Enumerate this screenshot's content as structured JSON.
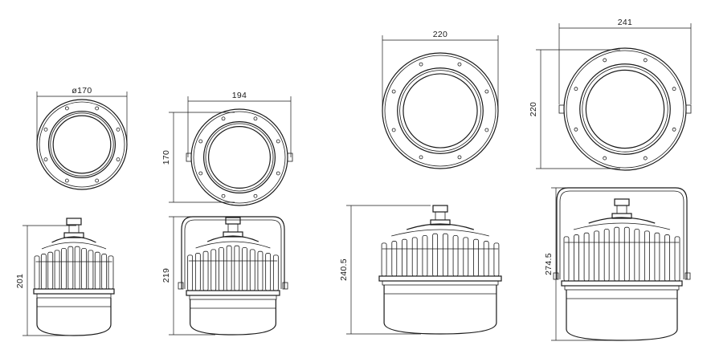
{
  "colors": {
    "line": "#1a1a1a",
    "background": "#ffffff"
  },
  "drawings": [
    {
      "id": "lamp-1",
      "top_view": {
        "width_label": "ø170"
      },
      "side_view": {
        "height_label": "201"
      }
    },
    {
      "id": "lamp-2",
      "top_view": {
        "width_label": "194",
        "height_label": "170"
      },
      "side_view": {
        "height_label": "219"
      }
    },
    {
      "id": "lamp-3",
      "top_view": {
        "width_label": "220"
      },
      "side_view": {
        "height_label": "240.5"
      }
    },
    {
      "id": "lamp-4",
      "top_view": {
        "width_label": "241",
        "height_label": "220"
      },
      "side_view": {
        "height_label": "274.5"
      }
    }
  ]
}
